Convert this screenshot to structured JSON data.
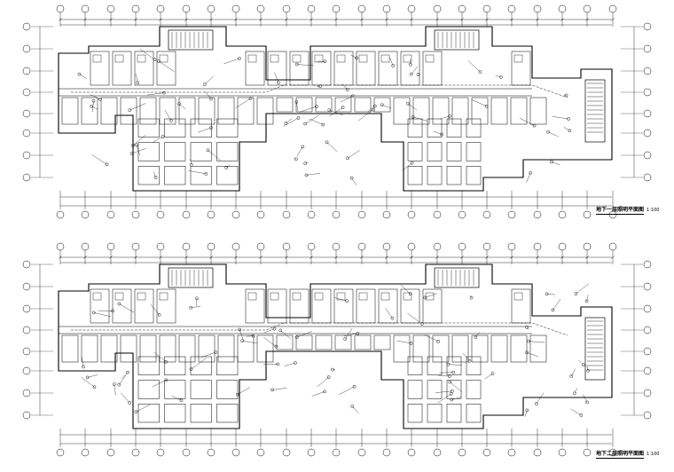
{
  "sheet": {
    "upper_plan": {
      "title": "地下一层照明平面图",
      "scale": "1:100"
    },
    "lower_plan": {
      "title": "地下二层照明平面图",
      "scale": "1:100"
    }
  },
  "colors": {
    "line": "#000000",
    "background": "#ffffff"
  }
}
